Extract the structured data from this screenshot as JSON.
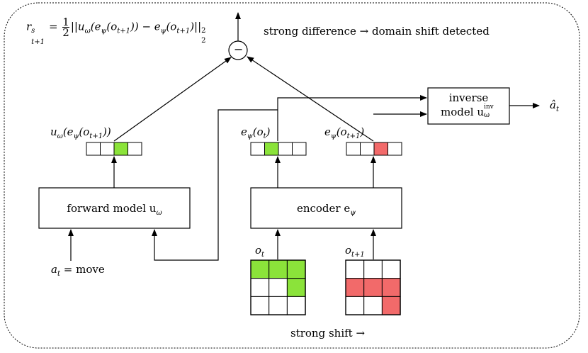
{
  "formula": {
    "lhs": "r",
    "lhs_sup": "s",
    "lhs_sub": "t+1",
    "eq": " = ",
    "frac_num": "1",
    "frac_den": "2",
    "body": "||u",
    "body_sub1": "ω",
    "body2": "(e",
    "body_sub2": "ψ",
    "body3": "(o",
    "body_sub3": "t+1",
    "body4": ")) − e",
    "body_sub4": "ψ",
    "body5": "(o",
    "body_sub5": "t+1",
    "body6": ")||",
    "body_sup": "2",
    "body_sub7": "2"
  },
  "minus_symbol": "−",
  "top_note": "strong difference → domain shift detected",
  "inverse_model": {
    "line1": "inverse",
    "line2": "model u",
    "line2_sub": "ω",
    "line2_sup": "inv"
  },
  "a_hat": {
    "base": "â",
    "sub": "t"
  },
  "forward_output_label": {
    "a": "u",
    "a_sub": "ω",
    "b": "(e",
    "b_sub": "ψ",
    "c": "(o",
    "c_sub": "t+1",
    "d": "))"
  },
  "enc_t_label": {
    "a": "e",
    "a_sub": "ψ",
    "b": "(o",
    "b_sub": "t",
    "c": ")"
  },
  "enc_t1_label": {
    "a": "e",
    "a_sub": "ψ",
    "b": "(o",
    "b_sub": "t+1",
    "c": ")"
  },
  "forward_model": {
    "text": "forward model u",
    "sub": "ω"
  },
  "encoder": {
    "text": "encoder e",
    "sub": "ψ"
  },
  "action": {
    "a": "a",
    "a_sub": "t",
    "b": " = move"
  },
  "obs_t_label": {
    "a": "o",
    "a_sub": "t"
  },
  "obs_t1_label": {
    "a": "o",
    "a_sub": "t+1"
  },
  "bottom_note": "strong shift →",
  "colors": {
    "green": "#8be33a",
    "red": "#f26a6a",
    "stroke": "#000000"
  },
  "vec_forward": [
    0,
    0,
    1,
    0
  ],
  "vec_enc_t": [
    0,
    1,
    0,
    0
  ],
  "vec_enc_t1": [
    0,
    0,
    1,
    0
  ],
  "grid_t": [
    [
      1,
      1,
      1
    ],
    [
      0,
      0,
      1
    ],
    [
      0,
      0,
      0
    ]
  ],
  "grid_t1": [
    [
      0,
      0,
      0
    ],
    [
      1,
      1,
      1
    ],
    [
      0,
      0,
      1
    ]
  ]
}
